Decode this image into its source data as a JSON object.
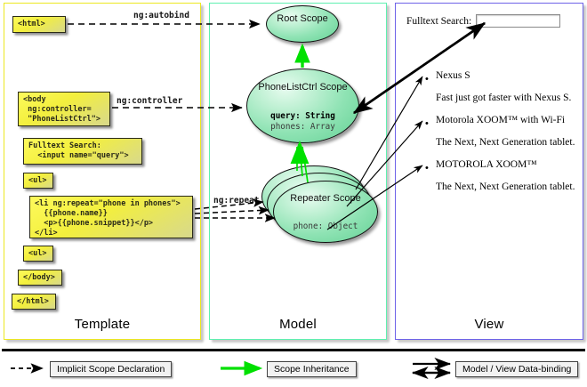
{
  "columns": [
    {
      "key": "template",
      "label": "Template",
      "border_color": "#ece821"
    },
    {
      "key": "model",
      "label": "Model",
      "border_color": "#5ff0b0"
    },
    {
      "key": "view",
      "label": "View",
      "border_color": "#6e63e8"
    }
  ],
  "template": {
    "boxes": [
      {
        "id": "html-open",
        "text": "<html>"
      },
      {
        "id": "body-open",
        "text": "<body\n ng:controller=\n \"PhoneListCtrl\">"
      },
      {
        "id": "fulltext-search",
        "text": "Fulltext Search:\n  <input name=\"query\">"
      },
      {
        "id": "ul-open",
        "text": "<ul>"
      },
      {
        "id": "li-repeat",
        "text": "<li ng:repeat=\"phone in phones\">\n  {{phone.name}}\n  <p>{{phone.snippet}}</p>\n</li>"
      },
      {
        "id": "ul-close",
        "text": "<ul>"
      },
      {
        "id": "body-close",
        "text": "</body>"
      },
      {
        "id": "html-close",
        "text": "</html>"
      }
    ]
  },
  "model": {
    "scopes": [
      {
        "id": "root-scope",
        "title": "Root\nScope",
        "props": ""
      },
      {
        "id": "phonelistctrl-scope",
        "title": "PhoneListCtrl\nScope",
        "prop_bold": "query: String",
        "prop_plain": "phones: Array"
      },
      {
        "id": "repeater-scope",
        "title": "Repeater\nScope",
        "prop_plain": "phone: Object"
      }
    ]
  },
  "view": {
    "search_label": "Fulltext Search:",
    "search_value": "",
    "items": [
      {
        "name": "Nexus S",
        "snippet": "Fast just got faster with Nexus S."
      },
      {
        "name": "Motorola XOOM™  with Wi-Fi",
        "snippet": "The Next, Next Generation tablet."
      },
      {
        "name": "MOTOROLA XOOM™",
        "snippet": "The Next, Next Generation tablet."
      }
    ]
  },
  "edges": {
    "autobind": "ng:autobind",
    "controller": "ng:controller",
    "repeat": "ng:repeat"
  },
  "legend": [
    {
      "id": "implicit-scope-declaration",
      "label": "Implicit Scope Declaration",
      "style": "dashed-arrow",
      "color": "#000000"
    },
    {
      "id": "scope-inheritance",
      "label": "Scope Inheritance",
      "style": "green-arrow",
      "color": "#00e000"
    },
    {
      "id": "model-view-data-binding",
      "label": "Model / View Data-binding",
      "style": "double-arrow",
      "color": "#000000"
    }
  ]
}
